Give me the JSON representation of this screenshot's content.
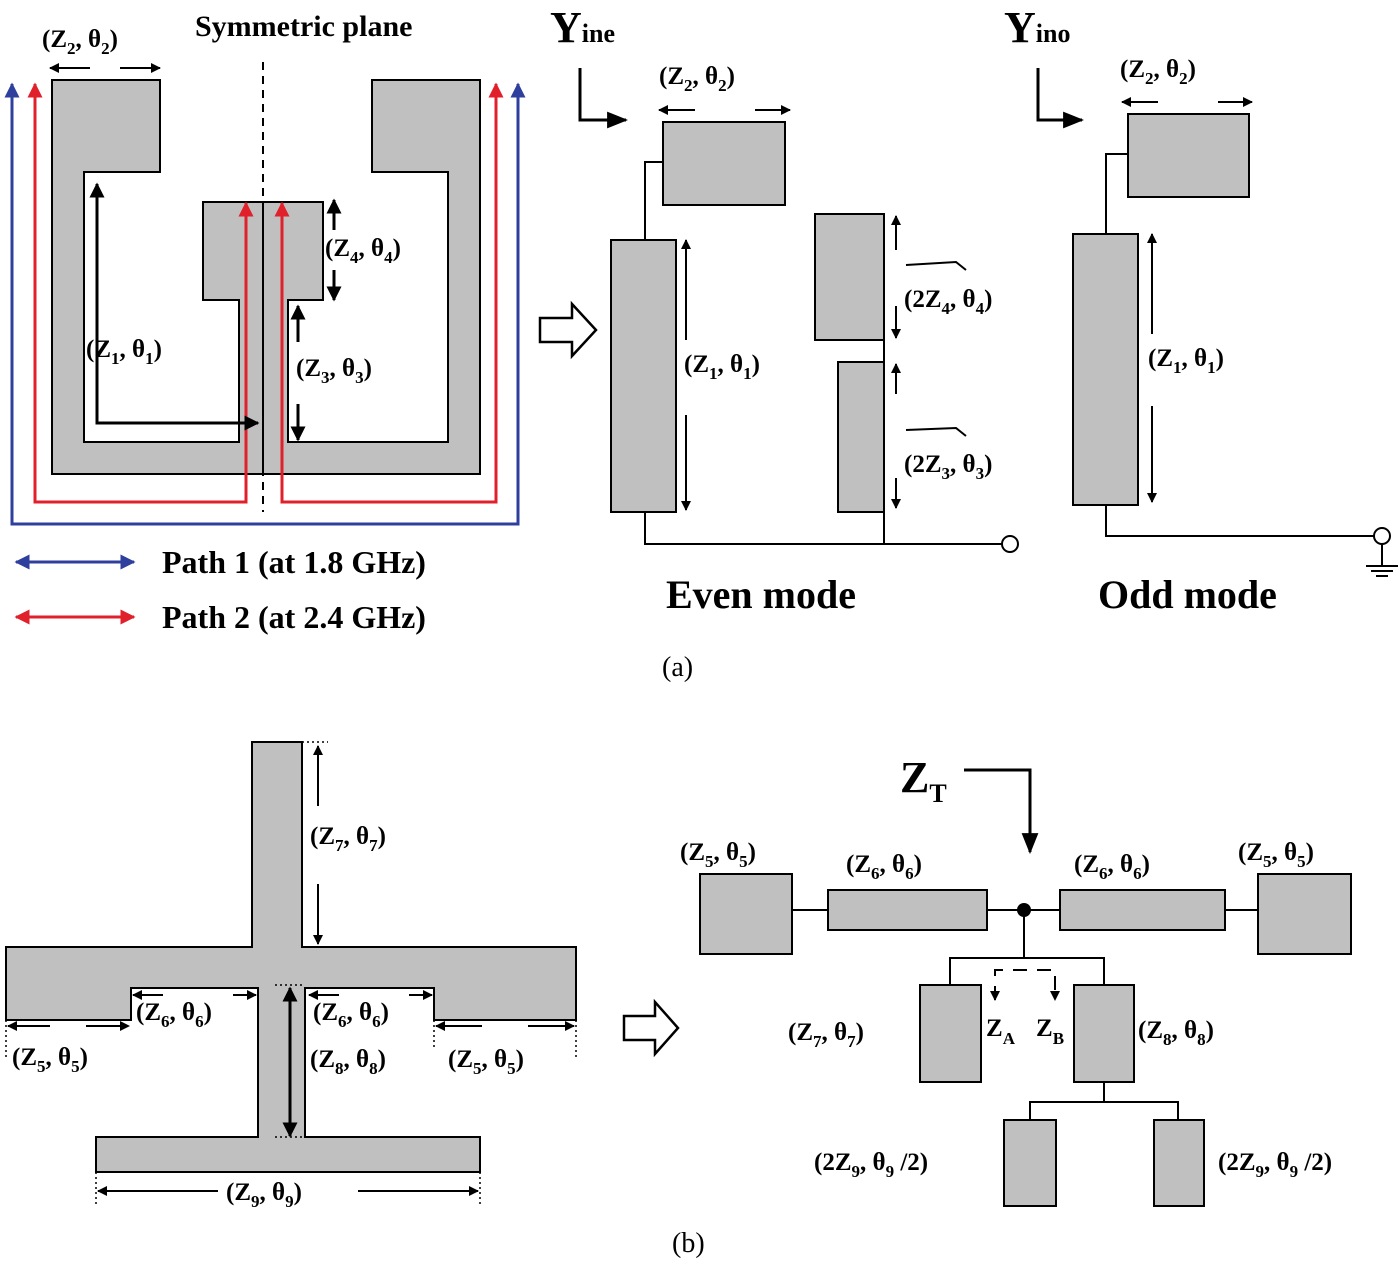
{
  "colors": {
    "substrate": "#c0c0c0",
    "path1": "#2e3f9e",
    "path2": "#e0202a",
    "line": "#000000"
  },
  "icons": {
    "arrow": "open-double-arrow-icon",
    "ground": "ground-icon",
    "port": "open-port-icon"
  },
  "panel_a": {
    "symmetric_plane": "Symmetric plane",
    "legend": {
      "path1": "Path 1 (at 1.8 GHz)",
      "path2": "Path 2 (at 2.4 GHz)"
    },
    "labels": {
      "z2": [
        "(Z",
        "2",
        ", θ",
        "2",
        ")"
      ],
      "z4": [
        "(Z",
        "4",
        ", θ",
        "4",
        ")"
      ],
      "z1": [
        "(Z",
        "1",
        ", θ",
        "1",
        ")"
      ],
      "z3": [
        "(Z",
        "3",
        ", θ",
        "3",
        ")"
      ],
      "z4_2": [
        "(2Z",
        "4",
        ", θ",
        "4",
        ")"
      ],
      "z3_2": [
        "(2Z",
        "3",
        ", θ",
        "3",
        ")"
      ]
    },
    "y_even": [
      "Y",
      "ine"
    ],
    "y_odd": [
      "Y",
      "ino"
    ],
    "even_mode": "Even mode",
    "odd_mode": "Odd mode",
    "caption": "(a)"
  },
  "panel_b": {
    "labels": {
      "z5": [
        "(Z",
        "5",
        ", θ",
        "5",
        ")"
      ],
      "z6": [
        "(Z",
        "6",
        ", θ",
        "6",
        ")"
      ],
      "z7": [
        "(Z",
        "7",
        ", θ",
        "7",
        ")"
      ],
      "z8": [
        "(Z",
        "8",
        ", θ",
        "8",
        ")"
      ],
      "z9": [
        "(Z",
        "9",
        ", θ",
        "9",
        ")"
      ],
      "z9_half": [
        "(2Z",
        "9",
        ", θ",
        "9",
        " /2)"
      ],
      "za": [
        "Z",
        "A"
      ],
      "zb": [
        "Z",
        "B"
      ]
    },
    "zt": [
      "Z",
      "T"
    ],
    "caption": "(b)"
  }
}
